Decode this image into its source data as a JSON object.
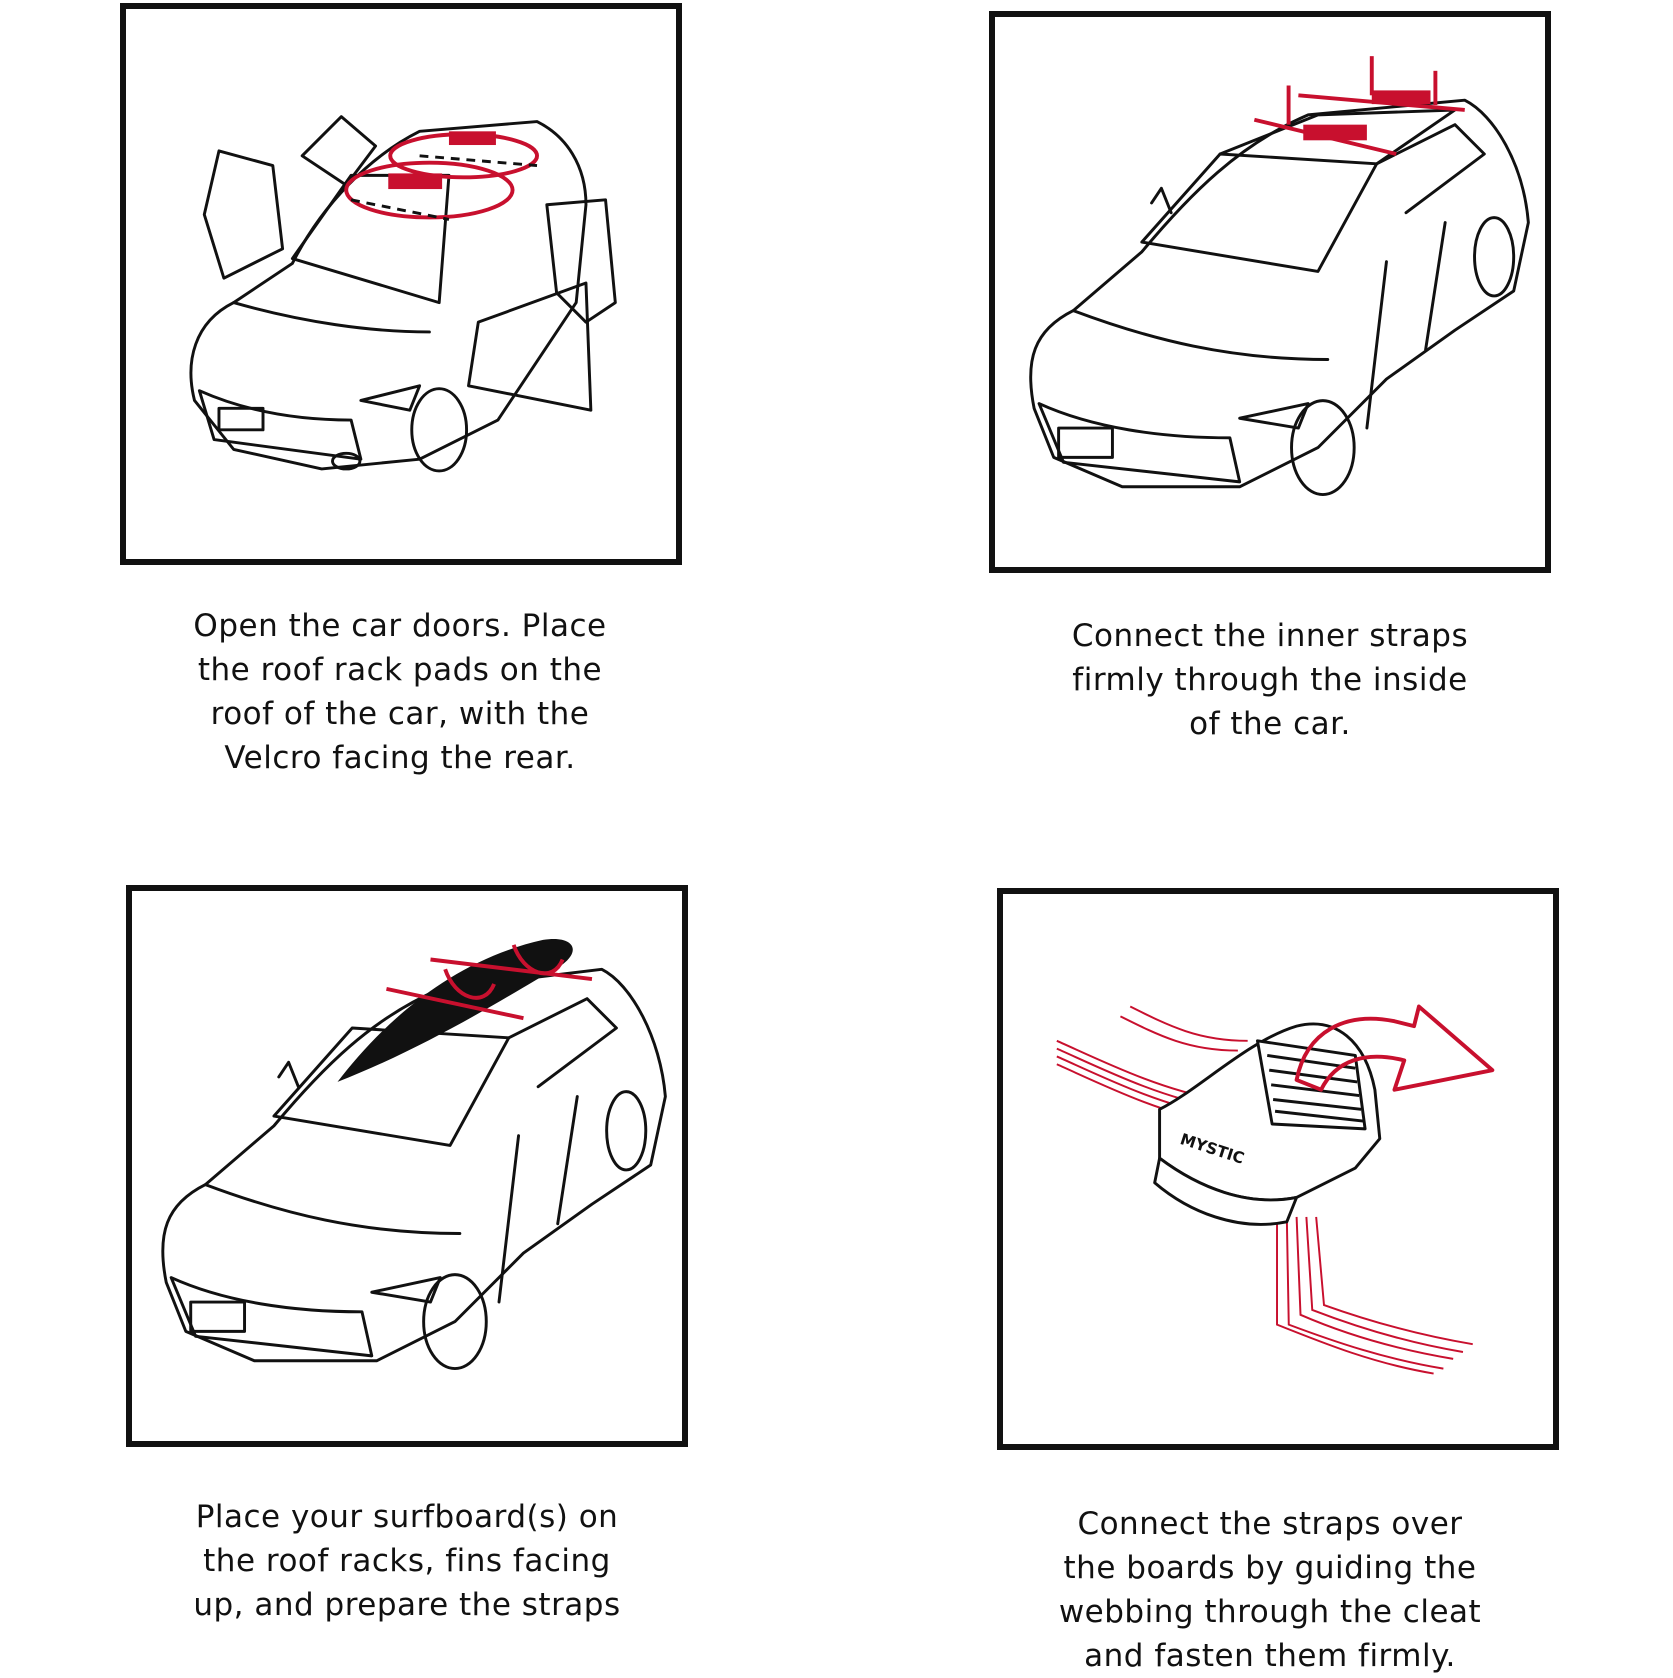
{
  "steps": [
    {
      "lines": [
        "Open the car doors. Place",
        "the roof rack pads on the",
        "roof of the car, with the",
        "Velcro facing the rear."
      ]
    },
    {
      "lines": [
        "Connect the inner straps",
        "firmly through the inside",
        "of the car."
      ]
    },
    {
      "lines": [
        "Place your surfboard(s) on",
        "the roof racks, fins facing",
        "up, and prepare the straps"
      ]
    },
    {
      "lines": [
        "Connect the straps over",
        "the boards by guiding the",
        "webbing through the cleat",
        "and fasten them firmly."
      ]
    }
  ],
  "cleat_brand": "MYSTIC",
  "colors": {
    "accent": "#c8102e",
    "line": "#111111",
    "background": "#ffffff"
  }
}
